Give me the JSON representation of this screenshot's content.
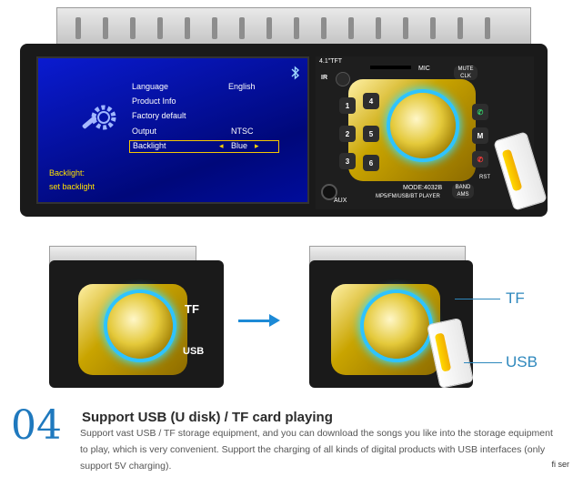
{
  "screen": {
    "menu": [
      {
        "label": "Language",
        "value": "English"
      },
      {
        "label": "Product Info",
        "value": ""
      },
      {
        "label": "Factory default",
        "value": ""
      },
      {
        "label": "Output",
        "value": "NTSC"
      },
      {
        "label": "Backlight",
        "value": "Blue"
      }
    ],
    "backlight_arrows": {
      "left": "◂",
      "right": "▸"
    },
    "note_line1": "Backlight:",
    "note_line2": "set backlight"
  },
  "panel": {
    "tft_label": "4.1\"TFT",
    "ir_label": "IR",
    "mic_label": "MIC",
    "mute_label": "MUTE\nCLK",
    "aux_label": "AUX",
    "model_label": "MODE:4032B",
    "player_label": "MP5/FM/USB/BT PLAYER",
    "band_label": "BAND\nAMS",
    "rst_label": "RST",
    "keys": [
      "1",
      "2",
      "3",
      "4",
      "5",
      "6"
    ]
  },
  "bottom": {
    "left_tf_label": "TF",
    "left_usb_label": "USB",
    "right_tf_label": "TF",
    "right_usb_label": "USB"
  },
  "feature": {
    "number": "04",
    "title": "Support USB (U disk) / TF card playing",
    "desc": "Support vast USB / TF storage equipment, and you can download the songs you like into the storage equipment to play, which is very convenient. Support the charging of all kinds of digital products with USB interfaces (only support 5V charging)."
  },
  "watermark": "fi ser",
  "colors": {
    "accent_blue": "#1f79be",
    "callout_blue": "#2e88bd",
    "screen_blue": "#0a1bd0",
    "highlight_yellow": "#ffe100",
    "gold": "#c9a400"
  }
}
